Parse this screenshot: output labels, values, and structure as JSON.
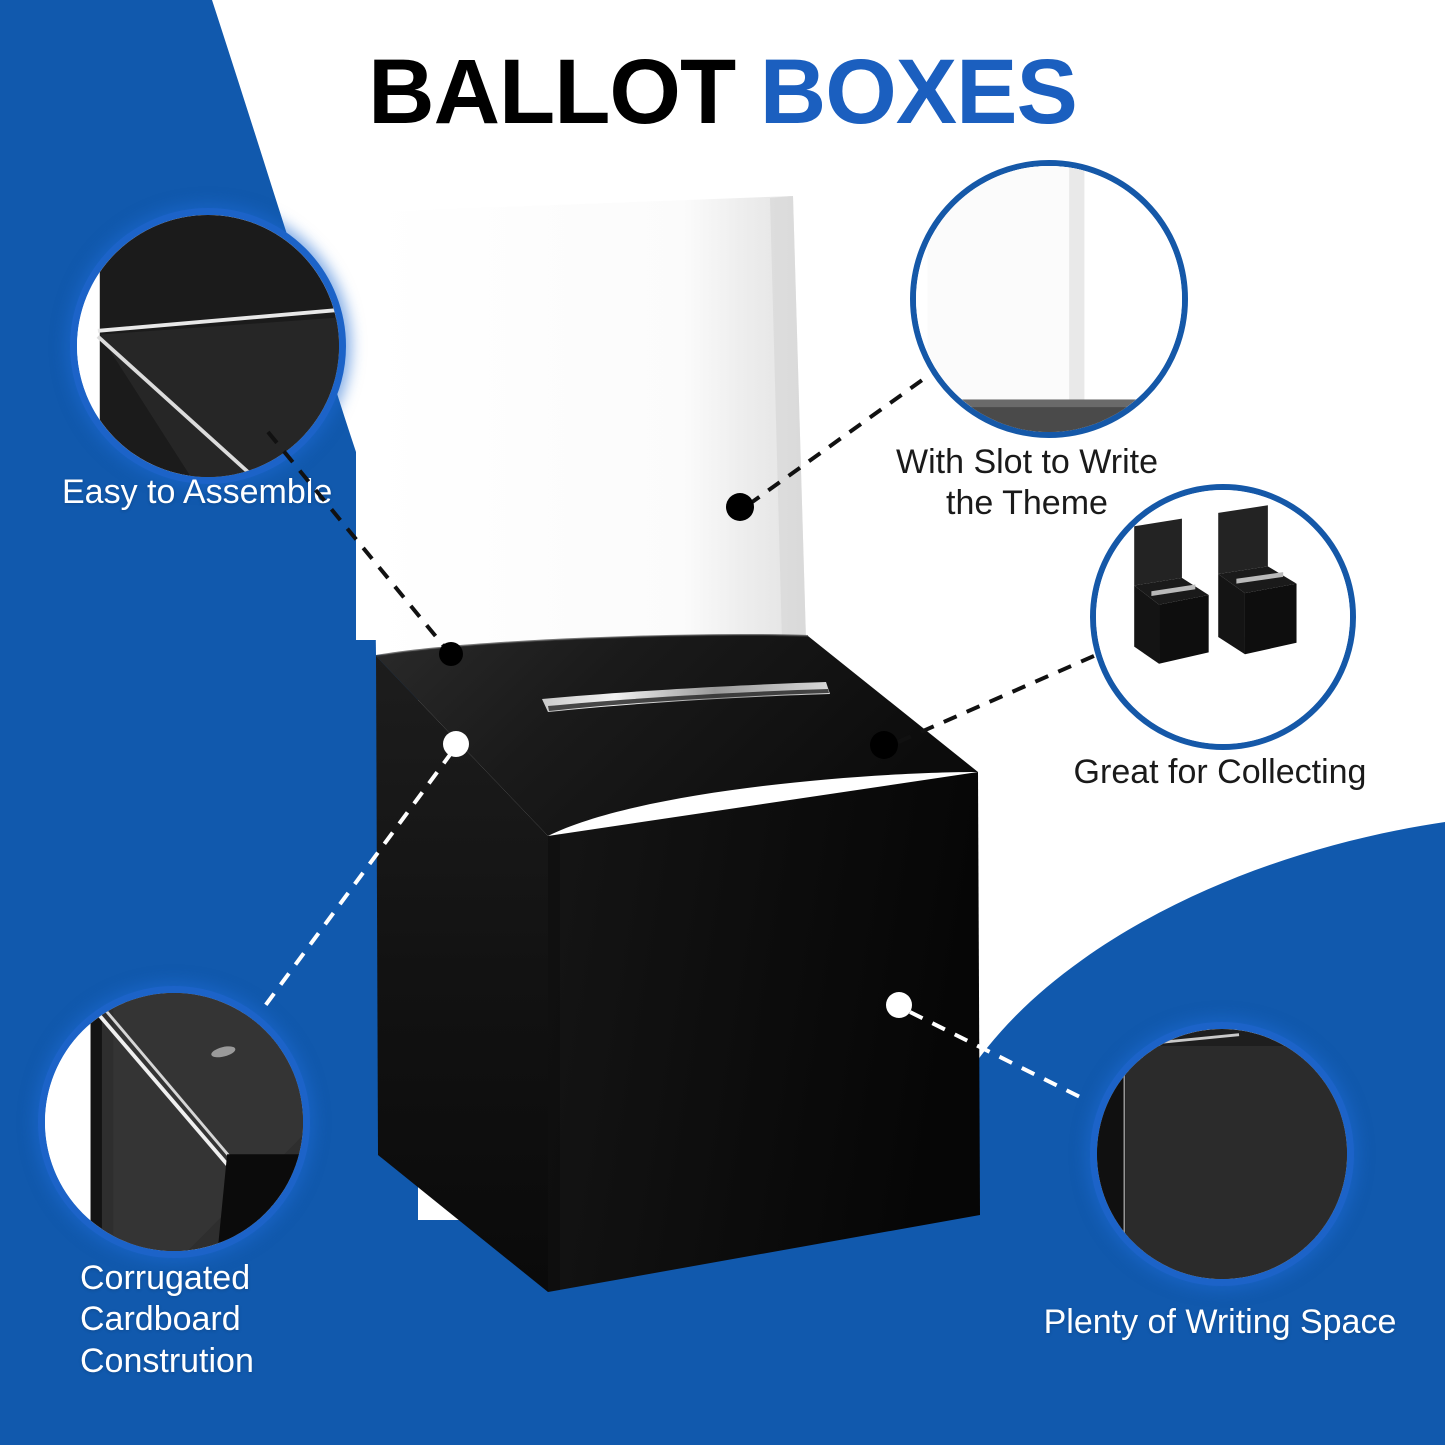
{
  "title": {
    "part1": "BALLOT",
    "part2": "BOXES"
  },
  "colors": {
    "background_blue": "#1159AD",
    "accent_blue": "#1B5FBF",
    "ring_blue": "#1C63C8",
    "white": "#FFFFFF",
    "product_black": "#141414",
    "text_black": "#1A1A1A"
  },
  "callouts": [
    {
      "id": "easy-to-assemble",
      "label": "Easy to Assemble",
      "label_color": "white",
      "align": "left",
      "detail": "box-corner-seam-closeup"
    },
    {
      "id": "with-slot-to-write-the-theme",
      "label": "With Slot to Write\nthe Theme",
      "label_color": "black",
      "align": "center",
      "detail": "white-header-card-closeup"
    },
    {
      "id": "great-for-collecting",
      "label": "Great for Collecting",
      "label_color": "black",
      "align": "center",
      "detail": "two-ballot-boxes"
    },
    {
      "id": "corrugated-cardboard-construtic",
      "label": "Corrugated\nCardboard\nConstrution",
      "label_color": "white",
      "align": "left",
      "detail": "corrugated-edge-closeup"
    },
    {
      "id": "plenty-of-writing-space",
      "label": "Plenty of Writing Space",
      "label_color": "white",
      "align": "center",
      "detail": "box-side-panel-closeup"
    }
  ],
  "product": {
    "name": "black-ballot-box-with-white-header-card",
    "parts": [
      "white-header-card",
      "sloped-top-with-slot",
      "front-face",
      "right-side-face"
    ]
  }
}
